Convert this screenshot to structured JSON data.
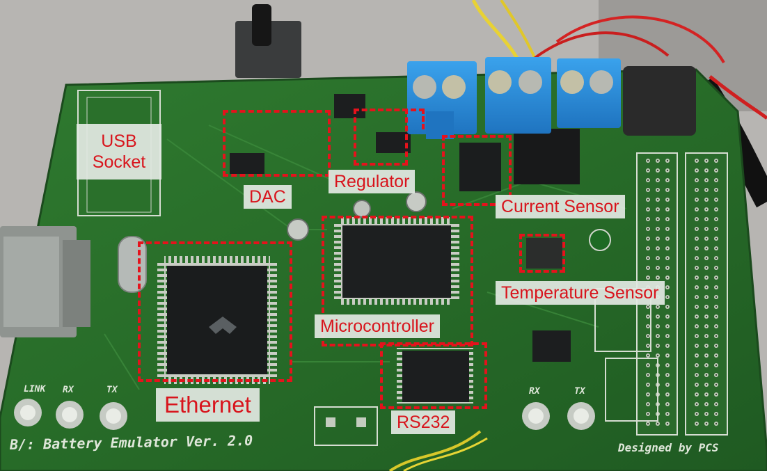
{
  "labels": {
    "usb_line1": "USB",
    "usb_line2": "Socket",
    "dac": "DAC",
    "regulator": "Regulator",
    "current_sensor": "Current Sensor",
    "temperature_sensor": "Temperature Sensor",
    "microcontroller": "Microcontroller",
    "ethernet": "Ethernet",
    "rs232": "RS232"
  },
  "silkscreen": {
    "board_title": "B/: Battery Emulator Ver. 2.0",
    "designer": "Designed by PCS",
    "link": "LINK",
    "rx_left": "RX",
    "tx_left": "TX",
    "rx_right": "RX",
    "tx_right": "TX"
  },
  "colors": {
    "annotation_red": "#e5121c",
    "pcb_green": "#2c6e2c",
    "terminal_blue": "#2b8fd8",
    "label_background": "#e2e8e2"
  }
}
